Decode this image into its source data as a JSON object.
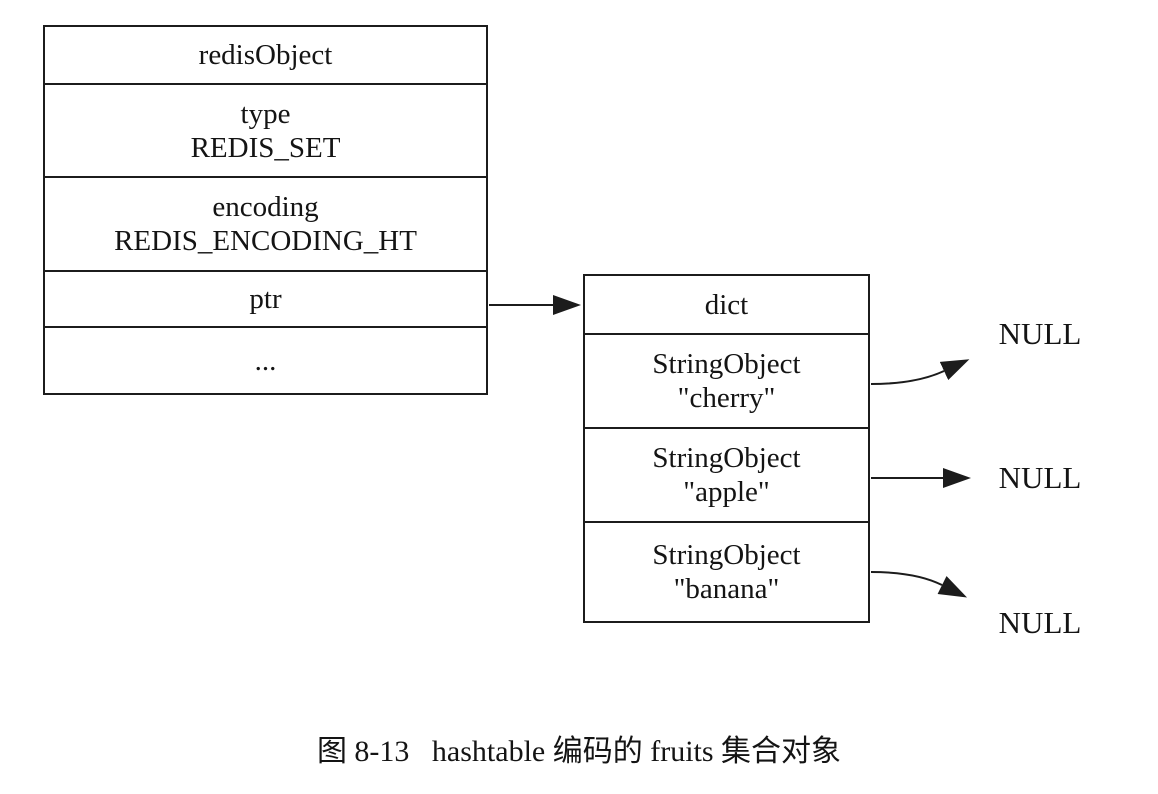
{
  "left_box": {
    "header": "redisObject",
    "type_label": "type",
    "type_value": "REDIS_SET",
    "encoding_label": "encoding",
    "encoding_value": "REDIS_ENCODING_HT",
    "ptr_label": "ptr",
    "ellipsis": "..."
  },
  "right_box": {
    "header": "dict",
    "entries": [
      {
        "class": "StringObject",
        "value": "\"cherry\"",
        "pointer_target": "NULL"
      },
      {
        "class": "StringObject",
        "value": "\"apple\"",
        "pointer_target": "NULL"
      },
      {
        "class": "StringObject",
        "value": "\"banana\"",
        "pointer_target": "NULL"
      }
    ]
  },
  "caption": "图 8-13   hashtable 编码的 fruits 集合对象",
  "colors": {
    "line": "#1c1c1c",
    "background": "#ffffff",
    "text": "#141414"
  }
}
